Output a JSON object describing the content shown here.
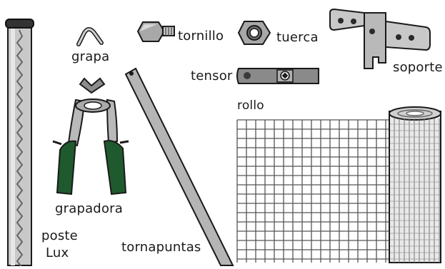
{
  "labels": {
    "grapa": "grapa",
    "tornillo": "tornillo",
    "tuerca": "tuerca",
    "soporte": "soporte",
    "tensor": "tensor",
    "rollo": "rollo",
    "grapadora": "grapadora",
    "poste_line1": "poste",
    "poste_line2": "Lux",
    "tornapuntas": "tornapuntas"
  },
  "colors": {
    "outline": "#1a1a1a",
    "metal_light": "#d2d2d2",
    "metal_mid": "#a8a8a8",
    "metal_dark": "#6e6e6e",
    "handle_green": "#1f5a2e",
    "post_cap": "#333333"
  },
  "icons": [
    "fence-post-icon",
    "staple-icon",
    "bolt-icon",
    "nut-icon",
    "bracket-icon",
    "tensioner-icon",
    "pliers-icon",
    "brace-bar-icon",
    "wire-mesh-icon",
    "mesh-roll-icon"
  ]
}
